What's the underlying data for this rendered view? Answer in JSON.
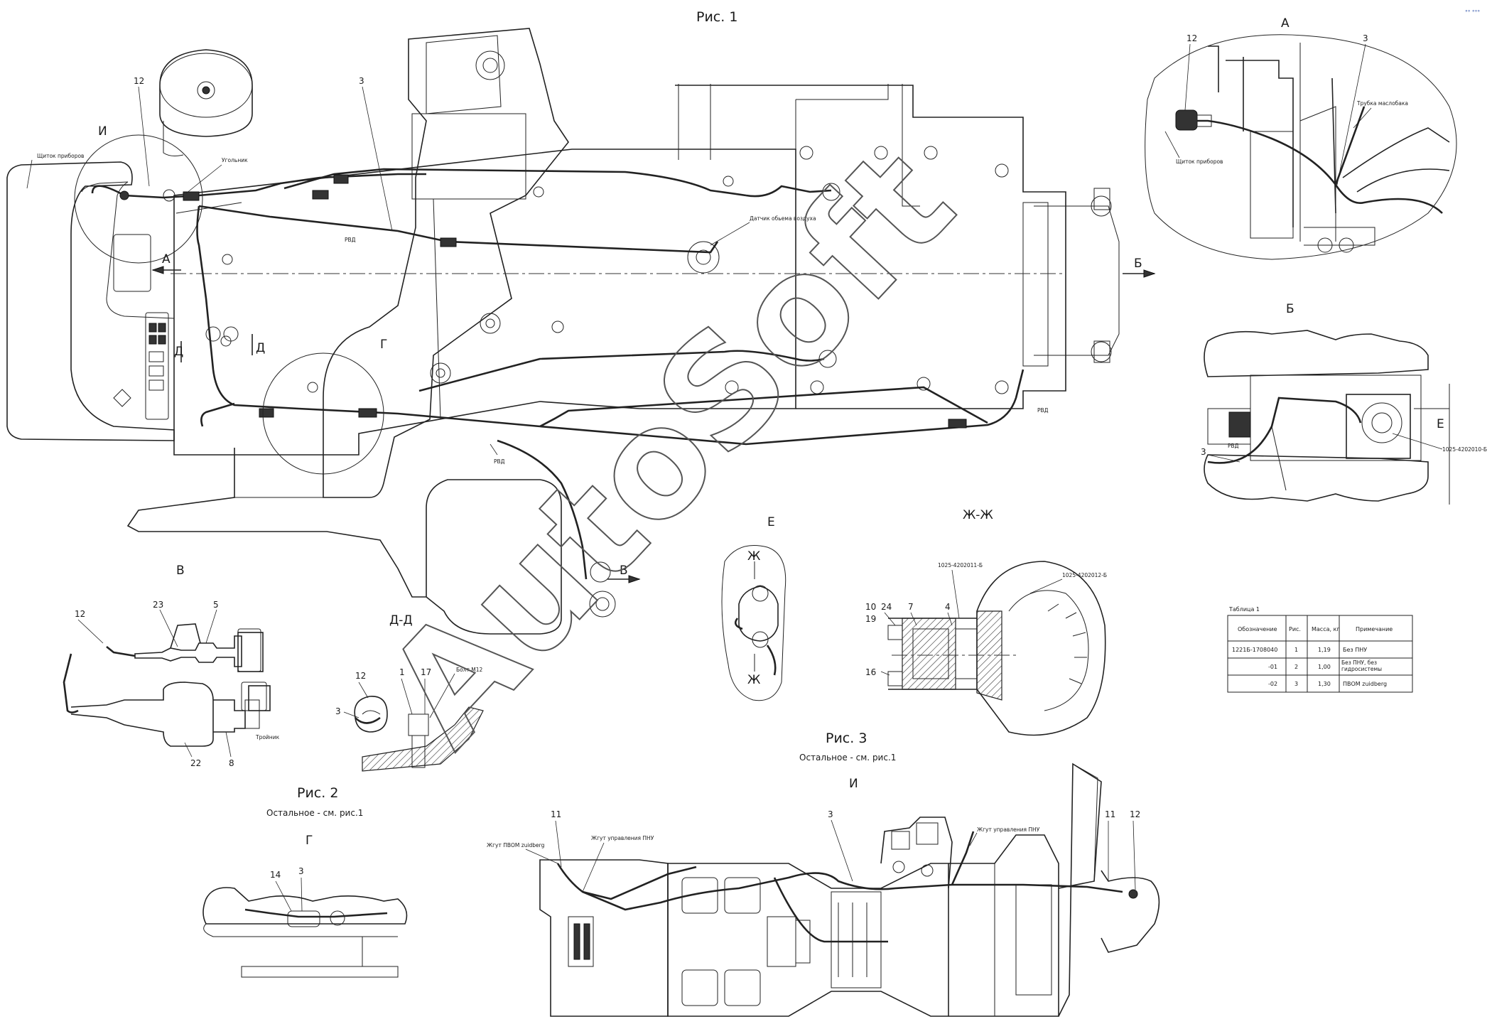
{
  "captions": {
    "fig1": "Рис. 1",
    "fig2": "Рис. 2",
    "fig2_note": "Остальное - см. рис.1",
    "fig3": "Рис. 3",
    "fig3_note": "Остальное - см. рис.1"
  },
  "views": {
    "A_title": "А",
    "B_title": "Б",
    "V_title": "В",
    "G_title": "Г",
    "DD_title": "Д-Д",
    "E_title": "Е",
    "ZhZh_title": "Ж-Ж",
    "I_title": "И",
    "A_arrow": "А",
    "B_arrow": "Б",
    "V_arrow": "В",
    "G_circle": "Г",
    "I_circle": "И",
    "D_mark": "Д",
    "E_mark": "Е",
    "Zh_mark": "Ж"
  },
  "fig1_labels": {
    "n12": "12",
    "n3": "3",
    "shield": "Щиток приборов",
    "tee": "Угольник",
    "rvd_top": "РВД",
    "sensor": "Датчик обьема воздуха",
    "rvd_right": "РВД",
    "rvd_bottom": "РВД"
  },
  "viewA_labels": {
    "n12": "12",
    "n3": "3",
    "shield": "Щиток приборов",
    "tube": "Трубка маслобака"
  },
  "viewB_labels": {
    "n3": "3",
    "rvd": "РВД",
    "code": "1025-4202010-Б"
  },
  "viewV_labels": {
    "n12": "12",
    "n23": "23",
    "n5": "5",
    "n22": "22",
    "n8": "8",
    "tee": "Тройник"
  },
  "viewDD_labels": {
    "n12": "12",
    "n1": "1",
    "n17": "17",
    "n3": "3",
    "bolt": "Болт М12"
  },
  "viewZh_labels": {
    "code1": "1025-4202011-Б",
    "code2": "1025-4202012-Б",
    "n10": "10",
    "n24": "24",
    "n7": "7",
    "n4": "4",
    "n19": "19",
    "n16": "16"
  },
  "viewG_labels": {
    "n14": "14",
    "n3": "3"
  },
  "viewI_labels": {
    "n11": "11",
    "n3": "3",
    "n11b": "11",
    "n12": "12",
    "harness_zuid": "Жгут ПВОМ zuidberg",
    "harness_pnu": "Жгут управления ПНУ",
    "harness_pnu2": "Жгут управления ПНУ"
  },
  "table": {
    "title": "Таблица 1",
    "headers": [
      "Обозначение",
      "Рис.",
      "Масса, кг",
      "Примечание"
    ],
    "rows": [
      [
        "1221Б-1708040",
        "1",
        "1,19",
        "Без ПНУ"
      ],
      [
        "-01",
        "2",
        "1,00",
        "Без ПНУ, без гидросистемы"
      ],
      [
        "-02",
        "3",
        "1,30",
        "ПВОМ zuidberg"
      ]
    ]
  },
  "watermark": "AutoSoft",
  "corner_mark": "°° °°°"
}
